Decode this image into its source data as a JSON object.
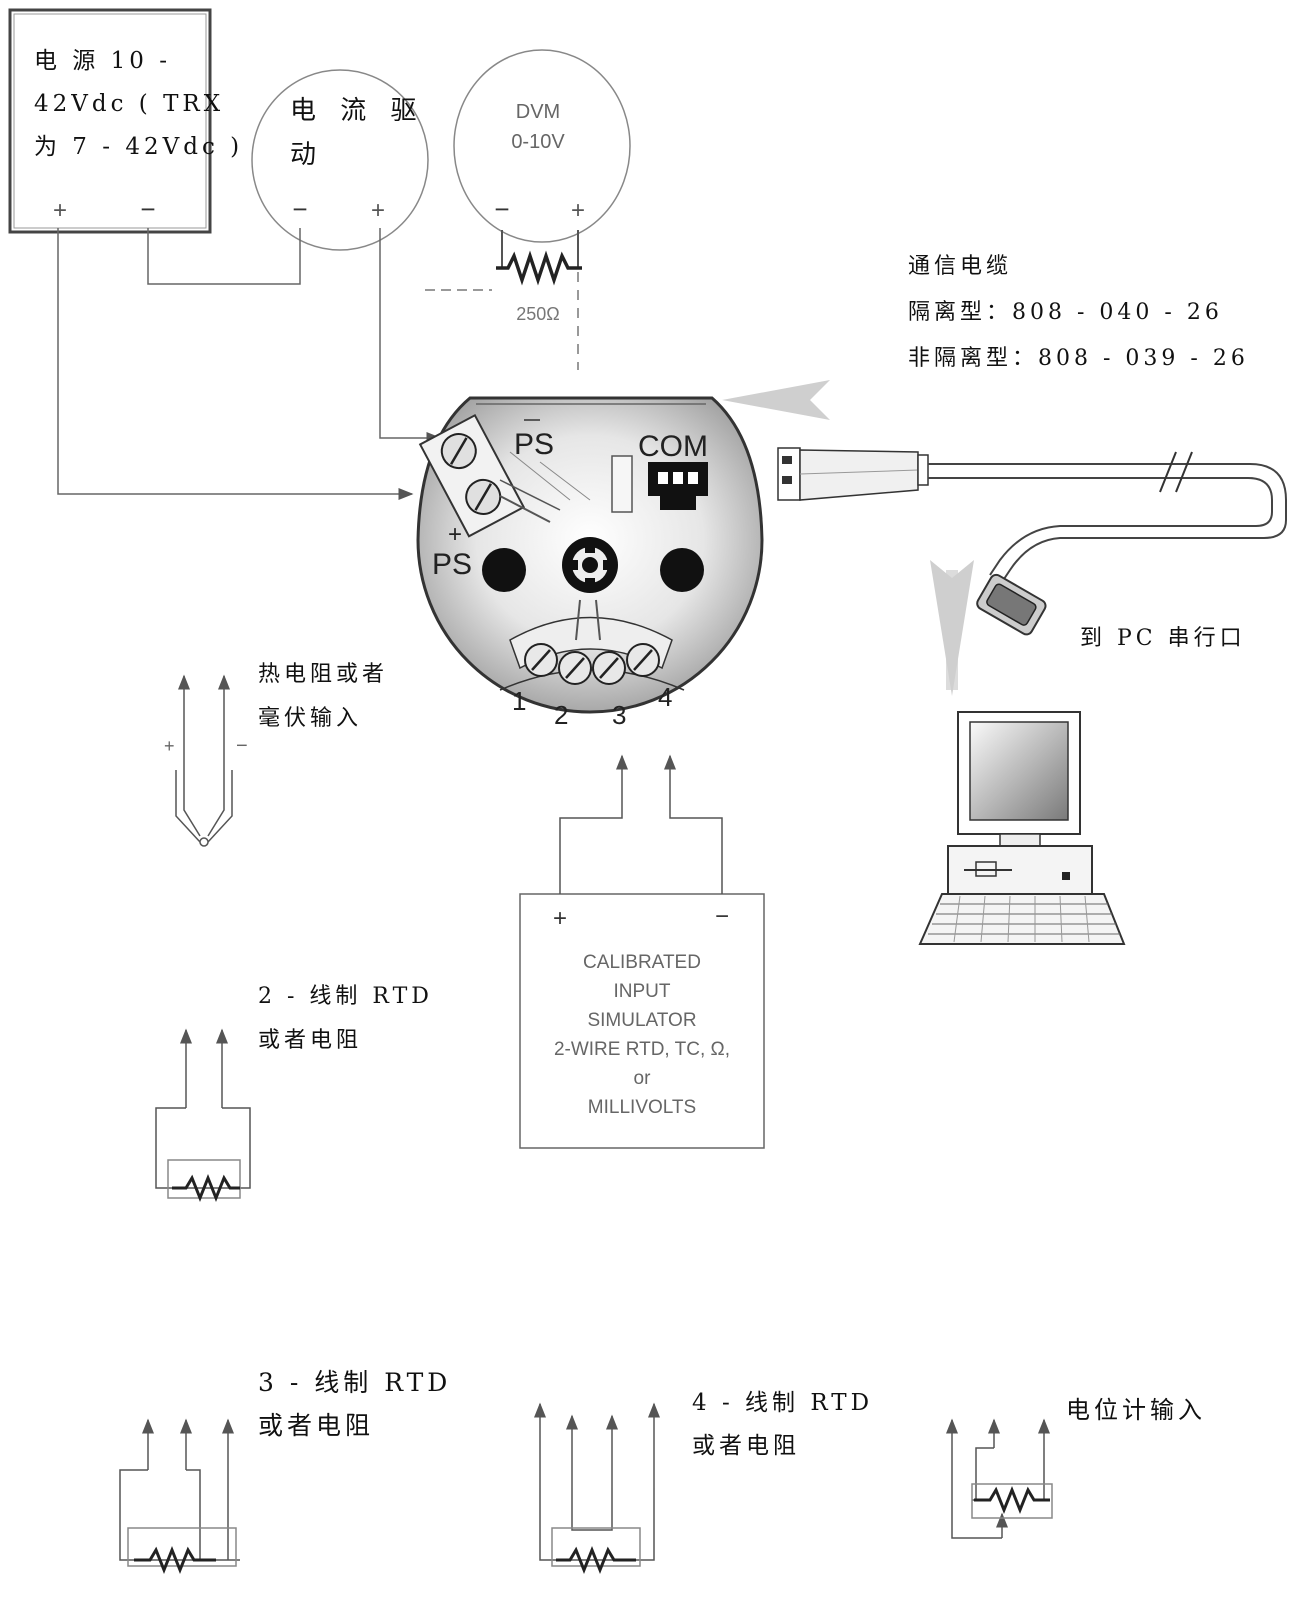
{
  "power_supply": {
    "lines": [
      "电 源   10  -",
      "42Vdc ( TRX",
      "为 7 - 42Vdc )"
    ],
    "plus": "+",
    "minus": "−"
  },
  "current_driver": {
    "lines": [
      "电 流 驱",
      "动"
    ],
    "minus": "−",
    "plus": "+"
  },
  "dvm": {
    "title": "DVM",
    "range": "0-10V",
    "minus": "−",
    "plus": "+",
    "resistor_label": "250Ω"
  },
  "comm_cable": {
    "lines": [
      "通信电缆",
      "隔离型：808 - 040 - 26",
      "非隔离型：808 - 039 - 26"
    ]
  },
  "transmitter": {
    "ps_minus": "PS",
    "ps_plus": "PS",
    "com": "COM",
    "terminals": [
      "1",
      "2",
      "3",
      "4"
    ]
  },
  "pc_port_label": "到 PC 串行口",
  "simulator": {
    "plus": "+",
    "minus": "−",
    "lines": [
      "CALIBRATED",
      "INPUT",
      "SIMULATOR",
      "2-WIRE RTD, TC, Ω,",
      "or",
      "MILLIVOLTS"
    ]
  },
  "configs": {
    "thermocouple": {
      "lines": [
        "热电阻或者",
        "毫伏输入"
      ],
      "plus": "+",
      "minus": "−"
    },
    "rtd_2wire": {
      "lines": [
        "2 - 线制 RTD",
        "或者电阻"
      ]
    },
    "rtd_3wire": {
      "lines": [
        "3 - 线制 RTD",
        "或者电阻"
      ]
    },
    "rtd_4wire": {
      "lines": [
        "4 - 线制 RTD",
        "或者电阻"
      ]
    },
    "potentiometer": {
      "lines": [
        "电位计输入"
      ]
    }
  },
  "colors": {
    "line": "#555555",
    "dark": "#111111",
    "gray_fill": "#d8d8d8",
    "arrow_gray": "#cfcfcf"
  }
}
